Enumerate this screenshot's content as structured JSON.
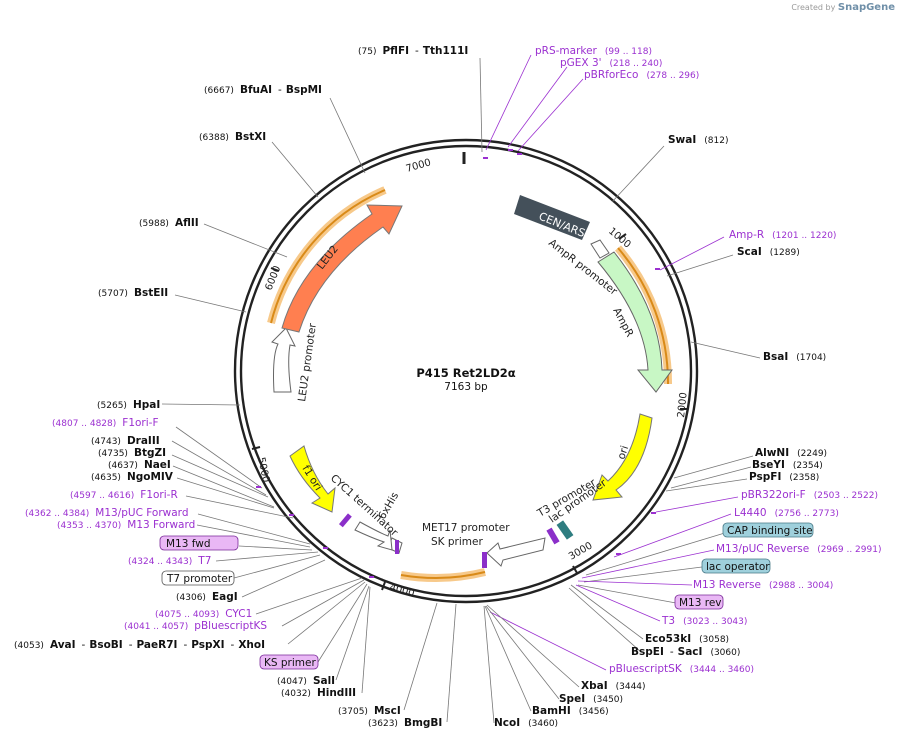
{
  "credit": {
    "prefix": "Created by",
    "brand": "SnapGene"
  },
  "plasmid": {
    "name": "P415 Ret2LD2α",
    "size": "7163 bp"
  },
  "ticks": [
    "1000",
    "2000",
    "3000",
    "4000",
    "5000",
    "6000",
    "7000"
  ],
  "features": [
    {
      "label": "CEN/ARS",
      "color": "#44505a"
    },
    {
      "label": "AmpR promoter",
      "color": "#ffffff"
    },
    {
      "label": "AmpR",
      "color": "#c8f7c5"
    },
    {
      "label": "ori",
      "color": "#ffff00"
    },
    {
      "label": "T3 promoter",
      "color": "#ffffff"
    },
    {
      "label": "lac promoter",
      "color": "#ffffff"
    },
    {
      "label": "MET17 promoter",
      "color": "#ffffff"
    },
    {
      "label": "SK primer",
      "color": "#ffffff"
    },
    {
      "label": "6xHis",
      "color": "#ffffff"
    },
    {
      "label": "CYC1 terminator",
      "color": "#ffffff"
    },
    {
      "label": "f1 ori",
      "color": "#ffff00"
    },
    {
      "label": "LEU2 promoter",
      "color": "#ffffff"
    },
    {
      "label": "LEU2",
      "color": "#ff7f50"
    }
  ],
  "sites_left": [
    {
      "pos": "(75)",
      "name": "PflFI",
      "name2": "Tth111I",
      "kind": "enzyme"
    },
    {
      "pos": "(6667)",
      "name": "BfuAI",
      "name2": "BspMI",
      "kind": "enzyme"
    },
    {
      "pos": "(6388)",
      "name": "BstXI",
      "kind": "enzyme"
    },
    {
      "pos": "(5988)",
      "name": "AflII",
      "kind": "enzyme"
    },
    {
      "pos": "(5707)",
      "name": "BstEII",
      "kind": "enzyme"
    },
    {
      "pos": "(5265)",
      "name": "HpaI",
      "kind": "enzyme"
    },
    {
      "pos": "(4807 .. 4828)",
      "name": "F1ori-F",
      "kind": "primer"
    },
    {
      "pos": "(4743)",
      "name": "DraIII",
      "kind": "enzyme"
    },
    {
      "pos": "(4735)",
      "name": "BtgZI",
      "kind": "enzyme"
    },
    {
      "pos": "(4637)",
      "name": "NaeI",
      "kind": "enzyme"
    },
    {
      "pos": "(4635)",
      "name": "NgoMIV",
      "kind": "enzyme"
    },
    {
      "pos": "(4597 .. 4616)",
      "name": "F1ori-R",
      "kind": "primer"
    },
    {
      "pos": "(4362 .. 4384)",
      "name": "M13/pUC Forward",
      "kind": "primer"
    },
    {
      "pos": "(4353 .. 4370)",
      "name": "M13 Forward",
      "kind": "primer"
    },
    {
      "name": "M13 fwd",
      "kind": "box-purple"
    },
    {
      "pos": "(4324 .. 4343)",
      "name": "T7",
      "kind": "primer"
    },
    {
      "name": "T7 promoter",
      "kind": "box-white"
    },
    {
      "pos": "(4306)",
      "name": "EagI",
      "kind": "enzyme"
    },
    {
      "pos": "(4075 .. 4093)",
      "name": "CYC1",
      "kind": "primer"
    },
    {
      "pos": "(4041 .. 4057)",
      "name": "pBluescriptKS",
      "kind": "primer"
    },
    {
      "pos": "(4053)",
      "name": "AvaI",
      "name2": "BsoBI",
      "name3": "PaeR7I",
      "name4": "PspXI",
      "name5": "XhoI",
      "kind": "enzyme"
    },
    {
      "name": "KS primer",
      "kind": "box-purple"
    },
    {
      "pos": "(4047)",
      "name": "SalI",
      "kind": "enzyme"
    },
    {
      "pos": "(4032)",
      "name": "HindIII",
      "kind": "enzyme"
    },
    {
      "pos": "(3705)",
      "name": "MscI",
      "kind": "enzyme"
    },
    {
      "pos": "(3623)",
      "name": "BmgBI",
      "kind": "enzyme"
    }
  ],
  "sites_right": [
    {
      "name": "pRS-marker",
      "pos": "(99 .. 118)",
      "kind": "primer"
    },
    {
      "name": "pGEX 3'",
      "pos": "(218 .. 240)",
      "kind": "primer"
    },
    {
      "name": "pBRforEco",
      "pos": "(278 .. 296)",
      "kind": "primer"
    },
    {
      "name": "SwaI",
      "pos": "(812)",
      "kind": "enzyme"
    },
    {
      "name": "Amp-R",
      "pos": "(1201 .. 1220)",
      "kind": "primer"
    },
    {
      "name": "ScaI",
      "pos": "(1289)",
      "kind": "enzyme"
    },
    {
      "name": "BsaI",
      "pos": "(1704)",
      "kind": "enzyme"
    },
    {
      "name": "AlwNI",
      "pos": "(2249)",
      "kind": "enzyme"
    },
    {
      "name": "BseYI",
      "pos": "(2354)",
      "kind": "enzyme"
    },
    {
      "name": "PspFI",
      "pos": "(2358)",
      "kind": "enzyme"
    },
    {
      "name": "pBR322ori-F",
      "pos": "(2503 .. 2522)",
      "kind": "primer"
    },
    {
      "name": "L4440",
      "pos": "(2756 .. 2773)",
      "kind": "primer"
    },
    {
      "name": "CAP binding site",
      "kind": "box-teal"
    },
    {
      "name": "M13/pUC Reverse",
      "pos": "(2969 .. 2991)",
      "kind": "primer"
    },
    {
      "name": "lac operator",
      "kind": "box-teal"
    },
    {
      "name": "M13 Reverse",
      "pos": "(2988 .. 3004)",
      "kind": "primer"
    },
    {
      "name": "M13 rev",
      "kind": "box-purple"
    },
    {
      "name": "T3",
      "pos": "(3023 .. 3043)",
      "kind": "primer"
    },
    {
      "name": "Eco53kI",
      "pos": "(3058)",
      "kind": "enzyme"
    },
    {
      "name": "BspEI",
      "name2": "SacI",
      "pos": "(3060)",
      "kind": "enzyme"
    },
    {
      "name": "pBluescriptSK",
      "pos": "(3444 .. 3460)",
      "kind": "primer"
    },
    {
      "name": "XbaI",
      "pos": "(3444)",
      "kind": "enzyme"
    },
    {
      "name": "SpeI",
      "pos": "(3450)",
      "kind": "enzyme"
    },
    {
      "name": "BamHI",
      "pos": "(3456)",
      "kind": "enzyme"
    },
    {
      "name": "NcoI",
      "pos": "(3460)",
      "kind": "enzyme"
    }
  ],
  "colors": {
    "primer": "#9b30d0",
    "enzyme": "#000000",
    "teal_box": "#9fd0dc",
    "purple_box": "#e9b8f5",
    "highlight": "#f7c98a"
  }
}
